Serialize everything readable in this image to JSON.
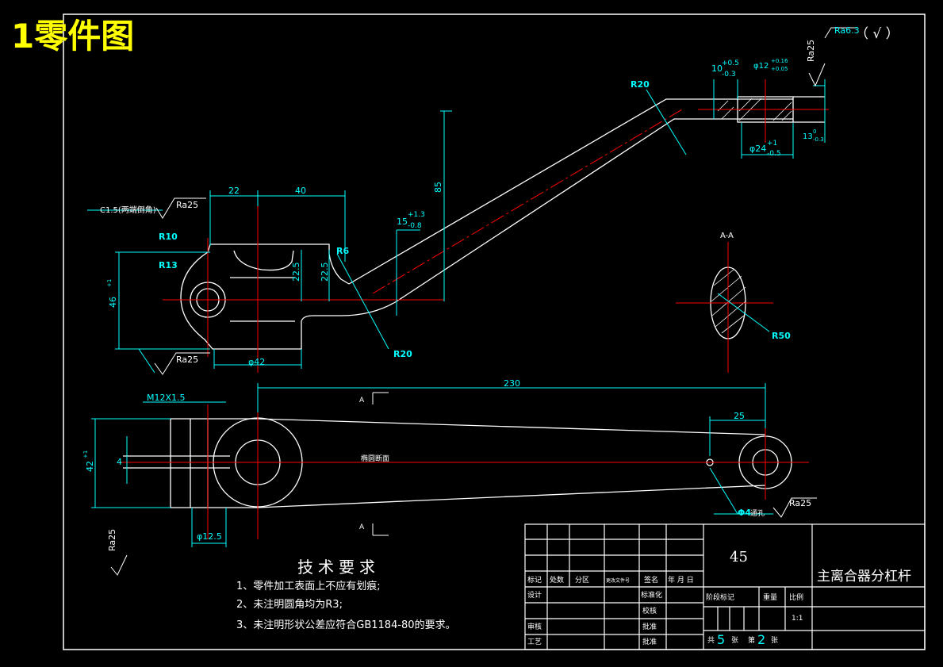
{
  "sheet_title": "1零件图",
  "roughness": {
    "general": "Ra6.3",
    "general_paren": "（ √ ）",
    "ra25_vertical": "Ra25",
    "chamfer_note": "C1.5(两端倒角)",
    "ra25_top": "Ra25",
    "ra25_bottom": "Ra25",
    "ra25_hole": "Ra25",
    "ra25_left_vertical": "Ra25",
    "ra50": "R50"
  },
  "dimensions": {
    "d22": "22",
    "d40": "40",
    "d85": "85",
    "r20_top": "R20",
    "r20_bottom": "R20",
    "r10": "R10",
    "r13": "R13",
    "r6": "R6",
    "h46": "46",
    "h46_tol": "+1",
    "d22_5a": "22.5",
    "d22_5b": "22.5",
    "phi42": "φ42",
    "ang15": "15",
    "ang15_up": "+1.3",
    "ang15_dn": "-0.8",
    "d10": "10",
    "d10_up": "+0.5",
    "d10_dn": "-0.3",
    "phi12": "φ12",
    "phi12_up": "+0.16",
    "phi12_dn": "+0.05",
    "phi24": "φ24",
    "phi24_up": "+1",
    "phi24_dn": "-0.5",
    "d13": "13",
    "d13_up": "0",
    "d13_dn": "-0.3",
    "section_label": "A-A",
    "d230": "230",
    "d25": "25",
    "m12": "M12X1.5",
    "h42": "42",
    "h42_tol": "+1",
    "d4": "4",
    "phi12_5": "φ12.5",
    "phi4_hole": "Φ4",
    "phi4_note": "通孔",
    "section_mark_a_top": "A",
    "section_mark_a_bottom": "A",
    "section_note": "椭圆断面"
  },
  "tech_requirements": {
    "heading": "技术要求",
    "items": [
      "1、零件加工表面上不应有划痕;",
      "2、未注明圆角均为R3;",
      "3、未注明形状公差应符合GB1184-80的要求。"
    ]
  },
  "title_block": {
    "material": "45",
    "part_name": "主离合器分杠杆",
    "row_labels": [
      "标记",
      "处数",
      "分区",
      "更改文件号",
      "签名",
      "年 月 日"
    ],
    "design": "设计",
    "standardize": "标准化",
    "review": "审核",
    "process": "工艺",
    "approve": "批准",
    "proofread": "校核",
    "stage_mark": "阶段标记",
    "weight": "重量",
    "scale": "比例",
    "scale_value": "1:1",
    "total_prefix": "共",
    "total_count": "5",
    "total_suffix": "张",
    "sheet_prefix": "第",
    "sheet_no": "2",
    "sheet_suffix": "张"
  },
  "colors": {
    "background": "#000000",
    "outline": "#ffffff",
    "dimension": "#00ffff",
    "centerline": "#ff0000",
    "title_text": "#ffff00"
  }
}
